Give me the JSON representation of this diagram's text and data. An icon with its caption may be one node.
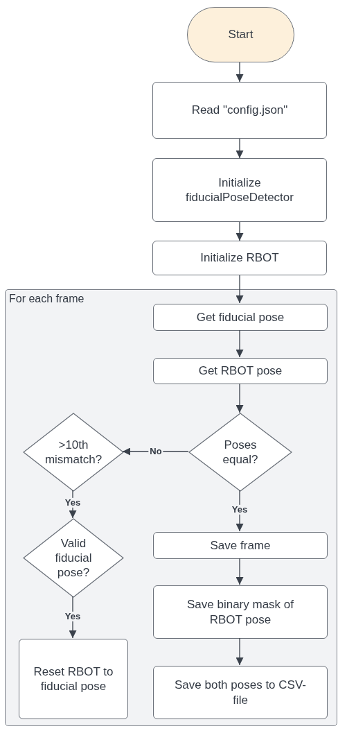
{
  "diagram": {
    "nodes": [
      {
        "text": [
          "Start"
        ]
      },
      {
        "text": [
          "Read \"config.json\""
        ]
      },
      {
        "text": [
          "Initialize fiducialPoseDetector"
        ]
      },
      {
        "text": [
          "Initialize RBOT"
        ]
      },
      {
        "text": [
          "For each frame"
        ]
      },
      {
        "text": [
          "Get fiducial pose"
        ],
        "in": 4
      },
      {
        "text": [
          "Get RBOT pose"
        ],
        "in": 4
      },
      {
        "text": [
          ">10th mismatch?"
        ],
        "in": 4
      },
      {
        "text": [
          "Poses equal?"
        ],
        "in": 4
      },
      {
        "text": [
          "Valid fiducial pose?"
        ],
        "in": 4
      },
      {
        "text": [
          "Save frame"
        ],
        "in": 4
      },
      {
        "text": [
          "Save binary mask of RBOT pose"
        ],
        "in": 4
      },
      {
        "text": [
          "Reset RBOT to fiducial pose"
        ],
        "in": 4
      },
      {
        "text": [
          "Save both poses to CSV-file"
        ],
        "in": 4
      }
    ],
    "edges": [
      {
        "from": 0,
        "to": 1,
        "arrow": "to"
      },
      {
        "from": 1,
        "to": 2,
        "arrow": "to"
      },
      {
        "from": 2,
        "to": 3,
        "arrow": "to"
      },
      {
        "from": 3,
        "to": 5,
        "arrow": "to"
      },
      {
        "from": 5,
        "to": 6,
        "arrow": "to"
      },
      {
        "from": 6,
        "to": 8,
        "arrow": "to"
      },
      {
        "from": 8,
        "to": 7,
        "arrow": "to",
        "label": "No"
      },
      {
        "from": 7,
        "to": 9,
        "arrow": "to",
        "label": "Yes"
      },
      {
        "from": 9,
        "to": 12,
        "arrow": "to",
        "label": "Yes"
      },
      {
        "from": 8,
        "to": 10,
        "arrow": "to",
        "label": "Yes"
      },
      {
        "from": 10,
        "to": 11,
        "arrow": "to"
      },
      {
        "from": 11,
        "to": 13,
        "arrow": "to"
      }
    ]
  }
}
